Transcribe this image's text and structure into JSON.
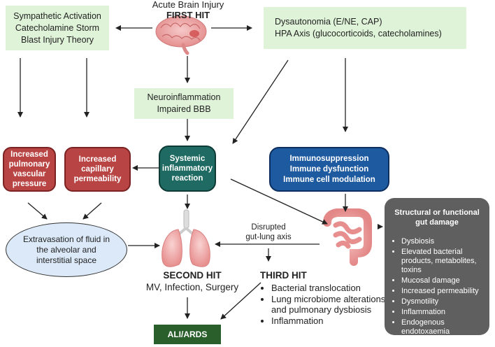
{
  "first_hit": {
    "title": "Acute Brain Injury",
    "label": "FIRST HIT"
  },
  "left_green": {
    "lines": [
      "Sympathetic Activation",
      "Catecholamine Storm",
      "Blast Injury Theory"
    ]
  },
  "right_green": {
    "lines": [
      "Dysautonomia  (E/NE, CAP)",
      "HPA Axis  (glucocorticoids, catecholamines)"
    ]
  },
  "center_green": {
    "lines": [
      "Neuroinflammation",
      "Impaired BBB"
    ]
  },
  "red_boxes": [
    {
      "text": "Increased pulmonary vascular pressure"
    },
    {
      "text": "Increased capillary permeability"
    }
  ],
  "systemic": {
    "text": "Systemic inflammatory reaction"
  },
  "immuno": {
    "lines": [
      "Immunosuppression",
      "Immune dysfunction",
      "Immune cell modulation"
    ]
  },
  "extravasation": {
    "text": "Extravasation of fluid in the alveolar and interstitial space"
  },
  "gut_lung": {
    "lines": [
      "Disrupted",
      "gut-lung axis"
    ]
  },
  "second_hit": {
    "label": "SECOND HIT",
    "detail": "MV, Infection, Surgery"
  },
  "third_hit": {
    "label": "THIRD HIT",
    "items": [
      "Bacterial translocation",
      "Lung microbiome alterations and pulmonary dysbiosis",
      "Inflammation"
    ]
  },
  "gut_damage": {
    "title": "Structural or functional gut damage",
    "items": [
      "Dysbiosis",
      "Elevated bacterial products, metabolites, toxins",
      "Mucosal damage",
      "Increased permeability",
      "Dysmotility",
      "Inflammation",
      "Endogenous endotoxaemia"
    ]
  },
  "outcome": {
    "label": "ALI/ARDS"
  },
  "colors": {
    "green_box": "#dff3d8",
    "red_box": "#b94444",
    "teal_box": "#1f6b63",
    "blue_box": "#1e5aa0",
    "gray_box": "#5f5f5f",
    "outcome_box": "#2a5e2a",
    "ellipse": "#dbe9f8"
  },
  "icons": {
    "brain": "brain-icon",
    "lungs": "lungs-icon",
    "intestine": "intestine-icon"
  }
}
